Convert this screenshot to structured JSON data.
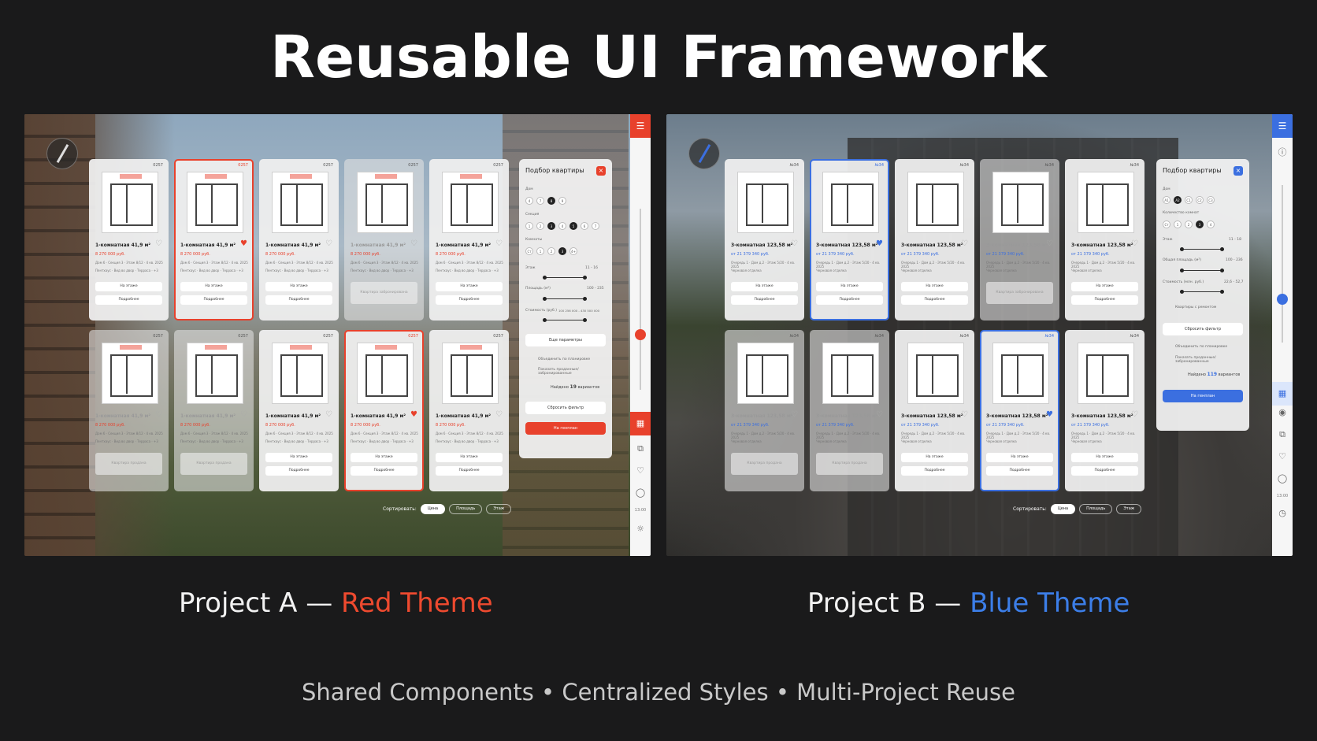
{
  "title": "Reusable UI Framework",
  "captions": {
    "a_prefix": "Project A — ",
    "a_theme": "Red Theme",
    "b_prefix": "Project B — ",
    "b_theme": "Blue Theme"
  },
  "footer": "Shared Components • Centralized Styles • Multi-Project Reuse",
  "colors": {
    "red": "#e8412c",
    "blue": "#3b6fe0"
  },
  "project_a": {
    "code": "0257",
    "cards": [
      {
        "title": "1-комнатная 41,9 м²",
        "price": "8 270 000 руб.",
        "meta": "Дом 6 · Секция 3 · Этаж 8/12 · 4 кв. 2025",
        "meta2": "Пентхаус · Вид во двор · Терраса · +3",
        "btn1": "На этаже",
        "btn2": "Подробнее",
        "sel": false,
        "dim": false,
        "fav": false
      },
      {
        "title": "1-комнатная 41,9 м²",
        "price": "8 270 000 руб.",
        "meta": "Дом 6 · Секция 3 · Этаж 8/12 · 4 кв. 2025",
        "meta2": "Пентхаус · Вид во двор · Терраса · +3",
        "btn1": "На этаже",
        "btn2": "Подробнее",
        "sel": true,
        "dim": false,
        "fav": true
      },
      {
        "title": "1-комнатная 41,9 м²",
        "price": "8 270 000 руб.",
        "meta": "Дом 6 · Секция 3 · Этаж 8/12 · 4 кв. 2025",
        "meta2": "Пентхаус · Вид во двор · Терраса · +3",
        "btn1": "На этаже",
        "btn2": "Подробнее",
        "sel": false,
        "dim": false,
        "fav": false
      },
      {
        "title": "1-комнатная 41,9 м²",
        "price": "8 270 000 руб.",
        "meta": "Дом 6 · Секция 3 · Этаж 8/12 · 4 кв. 2025",
        "meta2": "Пентхаус · Вид во двор · Терраса · +3",
        "btn1": "Квартира забронирована",
        "btn2": "",
        "sel": false,
        "dim": true,
        "fav": false
      },
      {
        "title": "1-комнатная 41,9 м²",
        "price": "8 270 000 руб.",
        "meta": "Дом 6 · Секция 3 · Этаж 8/12 · 4 кв. 2025",
        "meta2": "Пентхаус · Вид во двор · Терраса · +3",
        "btn1": "На этаже",
        "btn2": "Подробнее",
        "sel": false,
        "dim": false,
        "fav": false
      },
      {
        "title": "1-комнатная 41,9 м²",
        "price": "8 270 000 руб.",
        "meta": "Дом 6 · Секция 3 · Этаж 8/12 · 4 кв. 2025",
        "meta2": "Пентхаус · Вид во двор · Терраса · +3",
        "btn1": "Квартира продана",
        "btn2": "",
        "sel": false,
        "dim": true,
        "fav": false
      },
      {
        "title": "1-комнатная 41,9 м²",
        "price": "8 270 000 руб.",
        "meta": "Дом 6 · Секция 3 · Этаж 8/12 · 4 кв. 2025",
        "meta2": "Пентхаус · Вид во двор · Терраса · +3",
        "btn1": "Квартира продана",
        "btn2": "",
        "sel": false,
        "dim": true,
        "fav": false
      },
      {
        "title": "1-комнатная 41,9 м²",
        "price": "8 270 000 руб.",
        "meta": "Дом 6 · Секция 3 · Этаж 8/12 · 4 кв. 2025",
        "meta2": "Пентхаус · Вид во двор · Терраса · +3",
        "btn1": "На этаже",
        "btn2": "Подробнее",
        "sel": false,
        "dim": false,
        "fav": false
      },
      {
        "title": "1-комнатная 41,9 м²",
        "price": "8 270 000 руб.",
        "meta": "Дом 6 · Секция 3 · Этаж 8/12 · 4 кв. 2025",
        "meta2": "Пентхаус · Вид во двор · Терраса · +3",
        "btn1": "На этаже",
        "btn2": "Подробнее",
        "sel": true,
        "dim": false,
        "fav": true
      },
      {
        "title": "1-комнатная 41,9 м²",
        "price": "8 270 000 руб.",
        "meta": "Дом 6 · Секция 3 · Этаж 8/12 · 4 кв. 2025",
        "meta2": "Пентхаус · Вид во двор · Терраса · +3",
        "btn1": "На этаже",
        "btn2": "Подробнее",
        "sel": false,
        "dim": false,
        "fav": false
      }
    ],
    "filter": {
      "title": "Подбор квартиры",
      "close": "×",
      "label_house": "Дом",
      "houses": [
        "4",
        "7",
        "8",
        "9"
      ],
      "label_section": "Секция",
      "sections": [
        "1",
        "2",
        "3",
        "4",
        "5",
        "6",
        "7"
      ],
      "label_rooms": "Комнаты",
      "rooms": [
        "Ст",
        "1",
        "2",
        "3",
        "4+"
      ],
      "label_floor": "Этаж",
      "floor_range": "11 - 16",
      "label_area": "Площадь (м²)",
      "area_range": "100 - 235",
      "label_cost": "Стоимость (руб.)",
      "cost_range": "100 256 000 - 430 500 000",
      "more_params": "Еще параметры",
      "toggle1": "Объединить по планировке",
      "toggle2": "Показать проданные/забронированные",
      "found_prefix": "Найдено",
      "found_count": "19",
      "found_suffix": "вариантов",
      "reset": "Сбросить фильтр",
      "genplan": "На генплан"
    },
    "sort_label": "Сортировать:",
    "sort": [
      "Цена",
      "Площадь",
      "Этаж"
    ],
    "rail_time": "13:00"
  },
  "project_b": {
    "code": "№34",
    "cards": [
      {
        "title": "3-комнатная 123,58 м²",
        "price": "от 21 379 340 руб.",
        "meta": "Очередь 1 · Дом д.2 · Этаж 5/20 · 4 кв. 2025",
        "meta2": "Черновая отделка",
        "btn1": "На этаже",
        "btn2": "Подробнее",
        "sel": false,
        "dim": false,
        "fav": false
      },
      {
        "title": "3-комнатная 123,58 м²",
        "price": "от 21 379 340 руб.",
        "meta": "Очередь 1 · Дом д.2 · Этаж 5/20 · 4 кв. 2025",
        "meta2": "Черновая отделка",
        "btn1": "На этаже",
        "btn2": "Подробнее",
        "sel": true,
        "dim": false,
        "fav": true
      },
      {
        "title": "3-комнатная 123,58 м²",
        "price": "от 21 379 340 руб.",
        "meta": "Очередь 1 · Дом д.2 · Этаж 5/20 · 4 кв. 2025",
        "meta2": "Черновая отделка",
        "btn1": "На этаже",
        "btn2": "Подробнее",
        "sel": false,
        "dim": false,
        "fav": false
      },
      {
        "title": "3-комнатная 123,58 м²",
        "price": "от 21 379 340 руб.",
        "meta": "Очередь 1 · Дом д.2 · Этаж 5/20 · 4 кв. 2025",
        "meta2": "Черновая отделка",
        "btn1": "Квартира забронирована",
        "btn2": "",
        "sel": false,
        "dim": true,
        "fav": false
      },
      {
        "title": "3-комнатная 123,58 м²",
        "price": "от 21 379 340 руб.",
        "meta": "Очередь 1 · Дом д.2 · Этаж 5/20 · 4 кв. 2025",
        "meta2": "Черновая отделка",
        "btn1": "На этаже",
        "btn2": "Подробнее",
        "sel": false,
        "dim": false,
        "fav": false
      },
      {
        "title": "3-комнатная 123,58 м²",
        "price": "от 21 379 340 руб.",
        "meta": "Очередь 1 · Дом д.2 · Этаж 5/20 · 4 кв. 2025",
        "meta2": "Черновая отделка",
        "btn1": "Квартира продана",
        "btn2": "",
        "sel": false,
        "dim": true,
        "fav": false
      },
      {
        "title": "3-комнатная 123,58 м²",
        "price": "от 21 379 340 руб.",
        "meta": "Очередь 1 · Дом д.2 · Этаж 5/20 · 4 кв. 2025",
        "meta2": "Черновая отделка",
        "btn1": "Квартира продана",
        "btn2": "",
        "sel": false,
        "dim": true,
        "fav": false
      },
      {
        "title": "3-комнатная 123,58 м²",
        "price": "от 21 379 340 руб.",
        "meta": "Очередь 1 · Дом д.2 · Этаж 5/20 · 4 кв. 2025",
        "meta2": "Черновая отделка",
        "btn1": "На этаже",
        "btn2": "Подробнее",
        "sel": false,
        "dim": false,
        "fav": false
      },
      {
        "title": "3-комнатная 123,58 м²",
        "price": "от 21 379 340 руб.",
        "meta": "Очередь 1 · Дом д.2 · Этаж 5/20 · 4 кв. 2025",
        "meta2": "Черновая отделка",
        "btn1": "На этаже",
        "btn2": "Подробнее",
        "sel": true,
        "dim": false,
        "fav": true
      },
      {
        "title": "3-комнатная 123,58 м²",
        "price": "от 21 379 340 руб.",
        "meta": "Очередь 1 · Дом д.2 · Этаж 5/20 · 4 кв. 2025",
        "meta2": "Черновая отделка",
        "btn1": "На этаже",
        "btn2": "Подробнее",
        "sel": false,
        "dim": false,
        "fav": false
      }
    ],
    "filter": {
      "title": "Подбор квартиры",
      "close": "×",
      "label_house": "Дом",
      "houses": [
        "А1",
        "А2",
        "С1",
        "С2",
        "С3"
      ],
      "label_section": "Количество комнат",
      "sections": [
        "Ст",
        "1",
        "2",
        "3",
        "4"
      ],
      "label_floor": "Этаж",
      "floor_range": "11 - 18",
      "label_area": "Общая площадь (м²)",
      "area_range": "100 - 236",
      "label_cost": "Стоимость (млн. руб.)",
      "cost_range": "22,6 - 52,7",
      "toggle0": "Квартиры с ремонтом",
      "reset": "Сбросить фильтр",
      "toggle1": "Объединить по планировке",
      "toggle2": "Показать проданные/забронированные",
      "found_prefix": "Найдено",
      "found_count": "119",
      "found_suffix": "вариантов",
      "genplan": "На генплан"
    },
    "sort_label": "Сортировать:",
    "sort": [
      "Цена",
      "Площадь",
      "Этаж"
    ],
    "rail_time": "13:00"
  }
}
